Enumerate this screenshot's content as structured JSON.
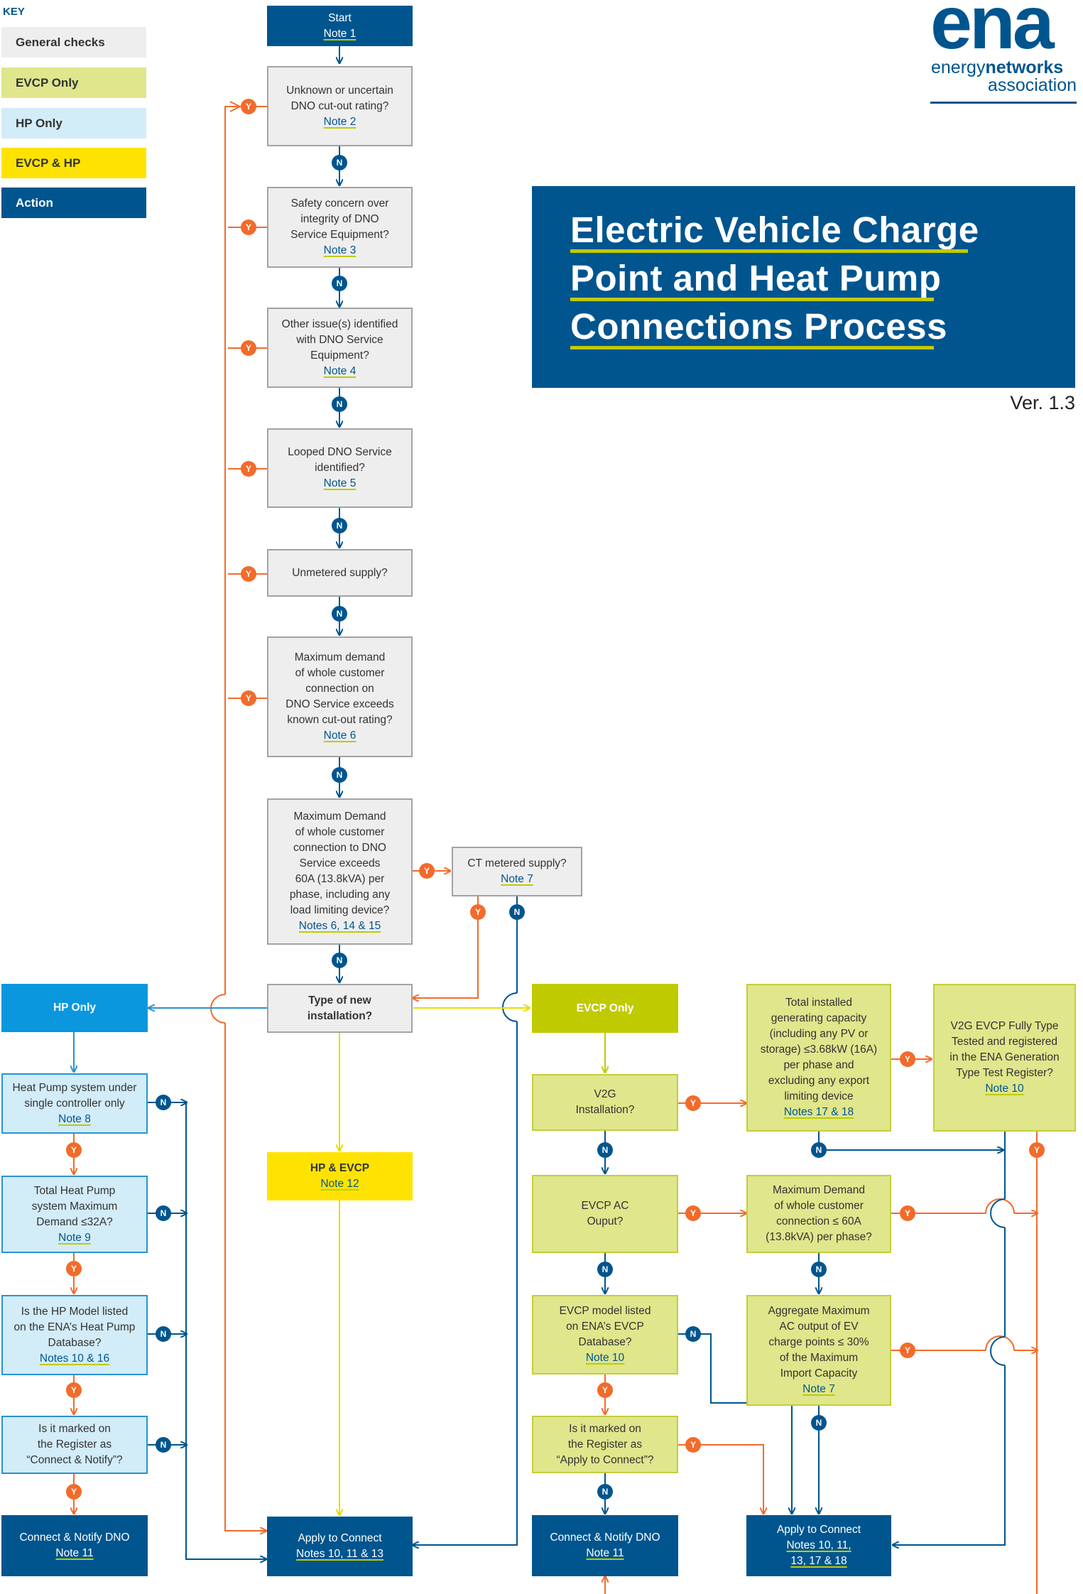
{
  "key": {
    "title": "KEY",
    "items": [
      {
        "label": "General checks",
        "color": "#eeeeee"
      },
      {
        "label": "EVCP Only",
        "color": "#dfe68c"
      },
      {
        "label": "HP Only",
        "color": "#d2ecf8"
      },
      {
        "label": "EVCP & HP",
        "color": "#ffe300"
      },
      {
        "label": "Action",
        "color": "#00558e"
      }
    ]
  },
  "logo": {
    "big": "ena",
    "line1a": "energy",
    "line1b": "networks",
    "line2": "association"
  },
  "title": {
    "line1": "Electric Vehicle Charge",
    "line2": "Point and Heat Pump",
    "line3": "Connections Process"
  },
  "version": "Ver. 1.3",
  "nodes": {
    "start": {
      "lines": [
        "Start"
      ],
      "note": "Note  1"
    },
    "q_cutout": {
      "lines": [
        "Unknown or uncertain",
        "DNO cut-out rating?"
      ],
      "note": "Note  2"
    },
    "q_safety": {
      "lines": [
        "Safety concern over",
        "integrity of DNO",
        "Service Equipment?"
      ],
      "note": "Note  3"
    },
    "q_other": {
      "lines": [
        "Other issue(s) identified",
        "with DNO Service",
        "Equipment?"
      ],
      "note": "Note  4"
    },
    "q_looped": {
      "lines": [
        "Looped DNO Service",
        "identified?"
      ],
      "note": "Note  5"
    },
    "q_unmetered": {
      "lines": [
        "Unmetered supply?"
      ],
      "note": ""
    },
    "q_maxdemand": {
      "lines": [
        "Maximum demand",
        "of whole customer",
        "connection on",
        "DNO Service exceeds",
        "known cut-out rating?"
      ],
      "note": "Note  6"
    },
    "q_maxdemand60": {
      "lines": [
        "Maximum Demand",
        "of whole customer",
        "connection to DNO",
        "Service exceeds",
        "60A (13.8kVA) per",
        "phase, including any",
        "load limiting device?"
      ],
      "note": "Notes 6, 14 & 15"
    },
    "q_ct": {
      "lines": [
        "CT metered supply?"
      ],
      "note": "Note  7"
    },
    "type": {
      "lines": [
        "Type of new",
        "installation?"
      ],
      "note": ""
    },
    "hp_only": {
      "lines": [
        "HP Only"
      ],
      "note": ""
    },
    "evcp_only": {
      "lines": [
        "EVCP Only"
      ],
      "note": ""
    },
    "hp_evcp": {
      "lines": [
        "HP & EVCP"
      ],
      "note": "Note 12"
    },
    "hp_single": {
      "lines": [
        "Heat Pump system under",
        "single controller only"
      ],
      "note": "Note  8"
    },
    "hp_total": {
      "lines": [
        "Total Heat Pump",
        "system Maximum",
        "Demand ≤32A?"
      ],
      "note": "Note  9"
    },
    "hp_model": {
      "lines": [
        "Is the HP Model listed",
        "on the ENA’s Heat Pump",
        "Database?"
      ],
      "note": "Notes 10 & 16"
    },
    "hp_register": {
      "lines": [
        "Is it marked on",
        "the Register as",
        "“Connect & Notify”?"
      ],
      "note": ""
    },
    "hp_connect": {
      "lines": [
        "Connect & Notify DNO"
      ],
      "note": "Note 11"
    },
    "apply_main": {
      "lines": [
        "Apply to Connect"
      ],
      "note": "Notes 10, 11 & 13"
    },
    "v2g": {
      "lines": [
        "V2G",
        "Installation?"
      ],
      "note": ""
    },
    "gen_capacity": {
      "lines": [
        "Total installed",
        "generating capacity",
        "(including any PV or",
        "storage) ≤3.68kW (16A)",
        "per phase and",
        "excluding any export",
        "limiting device"
      ],
      "note": "Notes 17 & 18"
    },
    "v2g_type": {
      "lines": [
        "V2G EVCP Fully Type",
        "Tested and registered",
        "in the ENA Generation",
        "Type Test Register?"
      ],
      "note": "Note 10"
    },
    "evcp_ac": {
      "lines": [
        "EVCP AC",
        "Ouput?"
      ],
      "note": ""
    },
    "max_demand_ev": {
      "lines": [
        "Maximum Demand",
        "of whole customer",
        "connection ≤ 60A",
        "(13.8kVA) per phase?"
      ],
      "note": ""
    },
    "evcp_model": {
      "lines": [
        "EVCP model listed",
        "on ENA’s EVCP",
        "Database?"
      ],
      "note": "Note 10"
    },
    "aggregate": {
      "lines": [
        "Aggregate Maximum",
        "AC output of EV",
        "charge points ≤ 30%",
        "of the Maximum",
        "Import Capacity"
      ],
      "note": "Note  7"
    },
    "evcp_register": {
      "lines": [
        "Is it marked on",
        "the Register as",
        "“Apply to Connect”?"
      ],
      "note": ""
    },
    "evcp_connect": {
      "lines": [
        "Connect & Notify DNO"
      ],
      "note": "Note 11"
    },
    "evcp_apply": {
      "lines": [
        "Apply to Connect"
      ],
      "note": "Notes 10, 11,",
      "note2": "13, 17 & 18"
    }
  },
  "labels": {
    "yes": "Y",
    "no": "N"
  }
}
